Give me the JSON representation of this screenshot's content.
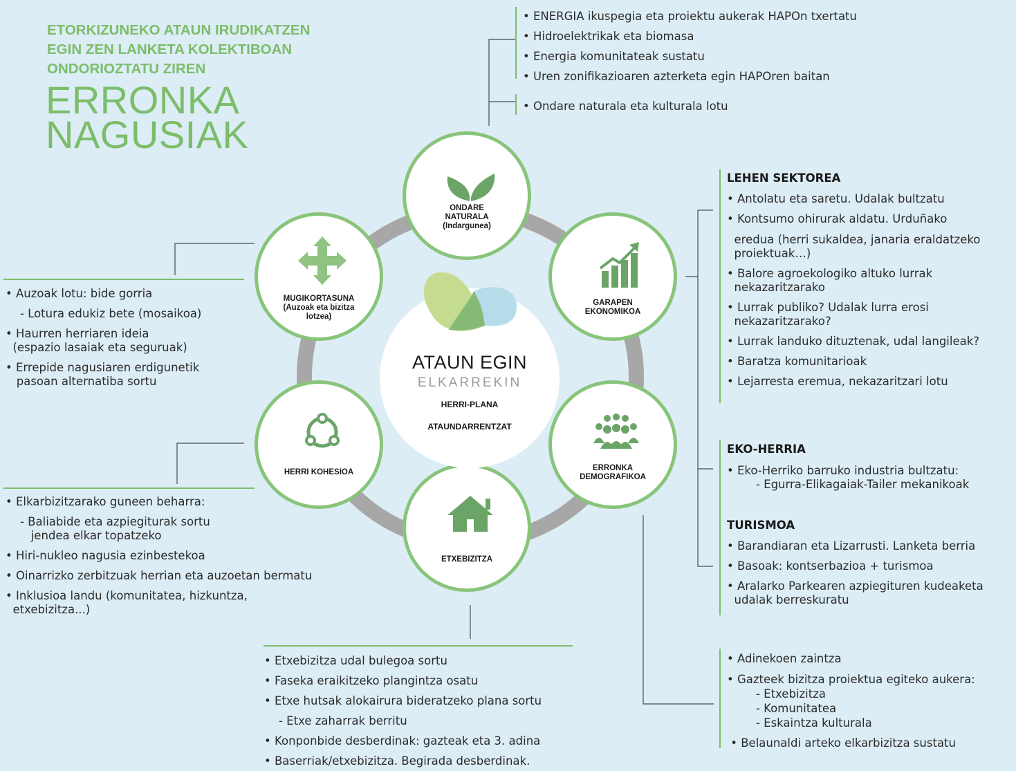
{
  "title": {
    "kicker": [
      "ETORKIZUNEKO ATAUN IRUDIKATZEN",
      "EGIN ZEN LANKETA KOLEKTIBOAN",
      "ONDORIOZTATU ZIREN"
    ],
    "main": [
      "ERRONKA",
      "NAGUSIAK"
    ]
  },
  "center": {
    "name": "ATAUN EGIN",
    "sub": "ELKARREKIN",
    "plan": "HERRI-PLANA",
    "for": "ATAUNDARRENTZAT"
  },
  "colors": {
    "background": "#dcedf5",
    "accent_green": "#7cbd6a",
    "icon_green": "#6aa567",
    "ring_gray": "#a7a7a7",
    "logo_light_green": "#c5db8f",
    "logo_light_blue": "#b5dce8"
  },
  "nodes": {
    "ondare": {
      "icon": "leaves-icon",
      "label": [
        "ONDARE",
        "NATURALA",
        "(Indargunea)"
      ]
    },
    "garapen": {
      "icon": "growth-chart-icon",
      "label": [
        "GARAPEN",
        "EKONOMIKOA"
      ]
    },
    "erronka": {
      "icon": "people-group-icon",
      "label": [
        "ERRONKA",
        "DEMOGRAFIKOA"
      ]
    },
    "etxebizitza": {
      "icon": "house-icon",
      "label": [
        "ETXEBIZITZA"
      ]
    },
    "kohesioa": {
      "icon": "cycle-icon",
      "label": [
        "HERRI KOHESIOA"
      ]
    },
    "mugikortasuna": {
      "icon": "four-arrows-icon",
      "label": [
        "MUGIKORTASUNA",
        "(Auzoak eta bizitza",
        "lotzea)"
      ]
    }
  },
  "blocks": {
    "energia": [
      "• ENERGIA ikuspegia eta proiektu aukerak HAPOn txertatu",
      "• Hidroelektrikak eta biomasa",
      "• Energia komunitateak sustatu",
      "• Uren zonifikazioaren azterketa egin HAPOren baitan"
    ],
    "ondare": [
      "• Ondare naturala eta kulturala lotu"
    ],
    "lehen": {
      "header": "LEHEN SEKTOREA",
      "lines": [
        "• Antolatu eta saretu. Udalak bultzatu",
        "• Kontsumo ohirurak aldatu. Urduñako",
        "  eredua (herri sukaldea, janaria eraldatzeko",
        "  proiektuak…)",
        "• Balore agroekologiko altuko lurrak",
        "  nekazaritzarako",
        "• Lurrak publiko? Udalak lurra erosi",
        "  nekazaritzarako?",
        "• Lurrak landuko dituztenak, udal langileak?",
        "• Baratza komunitarioak",
        "• Lejarresta eremua, nekazaritzari lotu"
      ]
    },
    "eko": {
      "header": "EKO-HERRIA",
      "lines": [
        "• Eko-Herriko barruko industria bultzatu:",
        "        - Egurra-Elikagaiak-Tailer mekanikoak"
      ]
    },
    "turismoa": {
      "header": "TURISMOA",
      "lines": [
        "• Barandiaran eta Lizarrusti. Lanketa berria",
        "• Basoak: kontserbazioa + turismoa",
        "• Aralarko Parkearen azpiegituren kudeaketa",
        "  udalak berreskuratu"
      ]
    },
    "demografia": [
      "• Adinekoen zaintza",
      "• Gazteek bizitza proiektua egiteko aukera:",
      "        - Etxebizitza",
      "        - Komunitatea",
      "        - Eskaintza kulturala",
      " • Belaunaldi arteko elkarbizitza sustatu"
    ],
    "etxebizitza": [
      "• Etxebizitza udal bulegoa sortu",
      "• Faseka eraikitzeko plangintza osatu",
      "• Etxe hutsak alokairura bideratzeko plana sortu",
      "    - Etxe zaharrak berritu",
      "• Konponbide desberdinak: gazteak eta 3. adina",
      "• Baserriak/etxebizitza. Begirada desberdinak."
    ],
    "mugikortasuna": [
      "• Auzoak lotu: bide gorria",
      "    - Lotura edukiz bete (mosaikoa)",
      "• Haurren herriaren ideia",
      "  (espazio lasaiak eta seguruak)",
      "• Errepide nagusiaren  erdigunetik",
      "   pasoan alternatiba sortu"
    ],
    "kohesioa": [
      "• Elkarbizitzarako guneen beharra:",
      "    - Baliabide eta azpiegiturak sortu",
      "       jendea elkar topatzeko",
      "• Hiri-nukleo nagusia ezinbestekoa",
      "• Oinarrizko zerbitzuak herrian eta auzoetan bermatu",
      "• Inklusioa landu (komunitatea, hizkuntza,",
      "  etxebizitza...)"
    ]
  }
}
